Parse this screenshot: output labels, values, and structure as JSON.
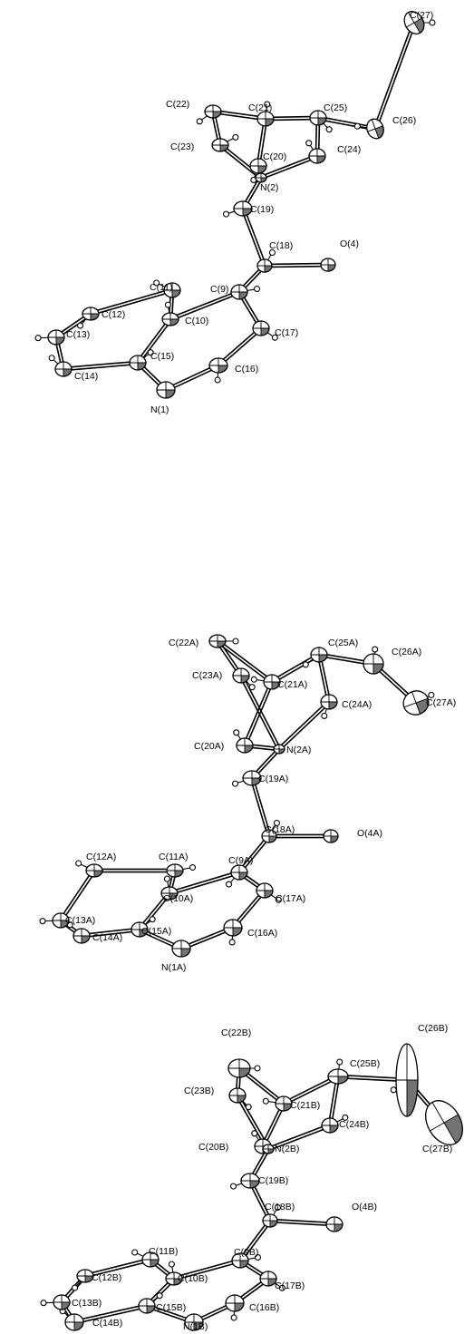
{
  "molecules": [
    {
      "atoms": [
        {
          "id": "C27",
          "label": "C(27)"
        },
        {
          "id": "C22",
          "label": "C(22)"
        },
        {
          "id": "C21",
          "label": "C(21)"
        },
        {
          "id": "C25",
          "label": "C(25)"
        },
        {
          "id": "C26",
          "label": "C(26)"
        },
        {
          "id": "C23",
          "label": "C(23)"
        },
        {
          "id": "C20",
          "label": "C(20)"
        },
        {
          "id": "C24",
          "label": "C(24)"
        },
        {
          "id": "N2",
          "label": "N(2)"
        },
        {
          "id": "C19",
          "label": "C(19)"
        },
        {
          "id": "C18",
          "label": "C(18)"
        },
        {
          "id": "O4",
          "label": "O(4)"
        },
        {
          "id": "C11",
          "label": "C(11)"
        },
        {
          "id": "C9",
          "label": "C(9)"
        },
        {
          "id": "C12",
          "label": "C(12)"
        },
        {
          "id": "C10",
          "label": "C(10)"
        },
        {
          "id": "C17",
          "label": "C(17)"
        },
        {
          "id": "C13",
          "label": "C(13)"
        },
        {
          "id": "C15",
          "label": "C(15)"
        },
        {
          "id": "C16",
          "label": "C(16)"
        },
        {
          "id": "C14",
          "label": "C(14)"
        },
        {
          "id": "N1",
          "label": "N(1)"
        }
      ]
    },
    {
      "atoms": [
        {
          "id": "C22A",
          "label": "C(22A)"
        },
        {
          "id": "C25A",
          "label": "C(25A)"
        },
        {
          "id": "C26A",
          "label": "C(26A)"
        },
        {
          "id": "C23A",
          "label": "C(23A)"
        },
        {
          "id": "C21A",
          "label": "C(21A)"
        },
        {
          "id": "C27A",
          "label": "C(27A)"
        },
        {
          "id": "C24A",
          "label": "C(24A)"
        },
        {
          "id": "C20A",
          "label": "C(20A)"
        },
        {
          "id": "N2A",
          "label": "N(2A)"
        },
        {
          "id": "C19A",
          "label": "C(19A)"
        },
        {
          "id": "C18A",
          "label": "C(18A)"
        },
        {
          "id": "O4A",
          "label": "O(4A)"
        },
        {
          "id": "C12A",
          "label": "C(12A)"
        },
        {
          "id": "C11A",
          "label": "C(11A)"
        },
        {
          "id": "C9A",
          "label": "C(9A)"
        },
        {
          "id": "C10A",
          "label": "C(10A)"
        },
        {
          "id": "C17A",
          "label": "C(17A)"
        },
        {
          "id": "C13A",
          "label": "C(13A)"
        },
        {
          "id": "C15A",
          "label": "C(15A)"
        },
        {
          "id": "C16A",
          "label": "C(16A)"
        },
        {
          "id": "C14A",
          "label": "C(14A)"
        },
        {
          "id": "N1A",
          "label": "N(1A)"
        }
      ]
    },
    {
      "atoms": [
        {
          "id": "C22B",
          "label": "C(22B)"
        },
        {
          "id": "C26B",
          "label": "C(26B)"
        },
        {
          "id": "C25B",
          "label": "C(25B)"
        },
        {
          "id": "C23B",
          "label": "C(23B)"
        },
        {
          "id": "C21B",
          "label": "C(21B)"
        },
        {
          "id": "C24B",
          "label": "C(24B)"
        },
        {
          "id": "C27B",
          "label": "C(27B)"
        },
        {
          "id": "C20B",
          "label": "C(20B)"
        },
        {
          "id": "N2B",
          "label": "N(2B)"
        },
        {
          "id": "C19B",
          "label": "C(19B)"
        },
        {
          "id": "C18B",
          "label": "C(18B)"
        },
        {
          "id": "O4B",
          "label": "O(4B)"
        },
        {
          "id": "C11B",
          "label": "C(11B)"
        },
        {
          "id": "C9B",
          "label": "C(9B)"
        },
        {
          "id": "C12B",
          "label": "C(12B)"
        },
        {
          "id": "C10B",
          "label": "C(10B)"
        },
        {
          "id": "C17B",
          "label": "C(17B)"
        },
        {
          "id": "C13B",
          "label": "C(13B)"
        },
        {
          "id": "C15B",
          "label": "C(15B)"
        },
        {
          "id": "C16B",
          "label": "C(16B)"
        },
        {
          "id": "C14B",
          "label": "C(14B)"
        },
        {
          "id": "N1B",
          "label": "N(1B)"
        }
      ]
    }
  ]
}
